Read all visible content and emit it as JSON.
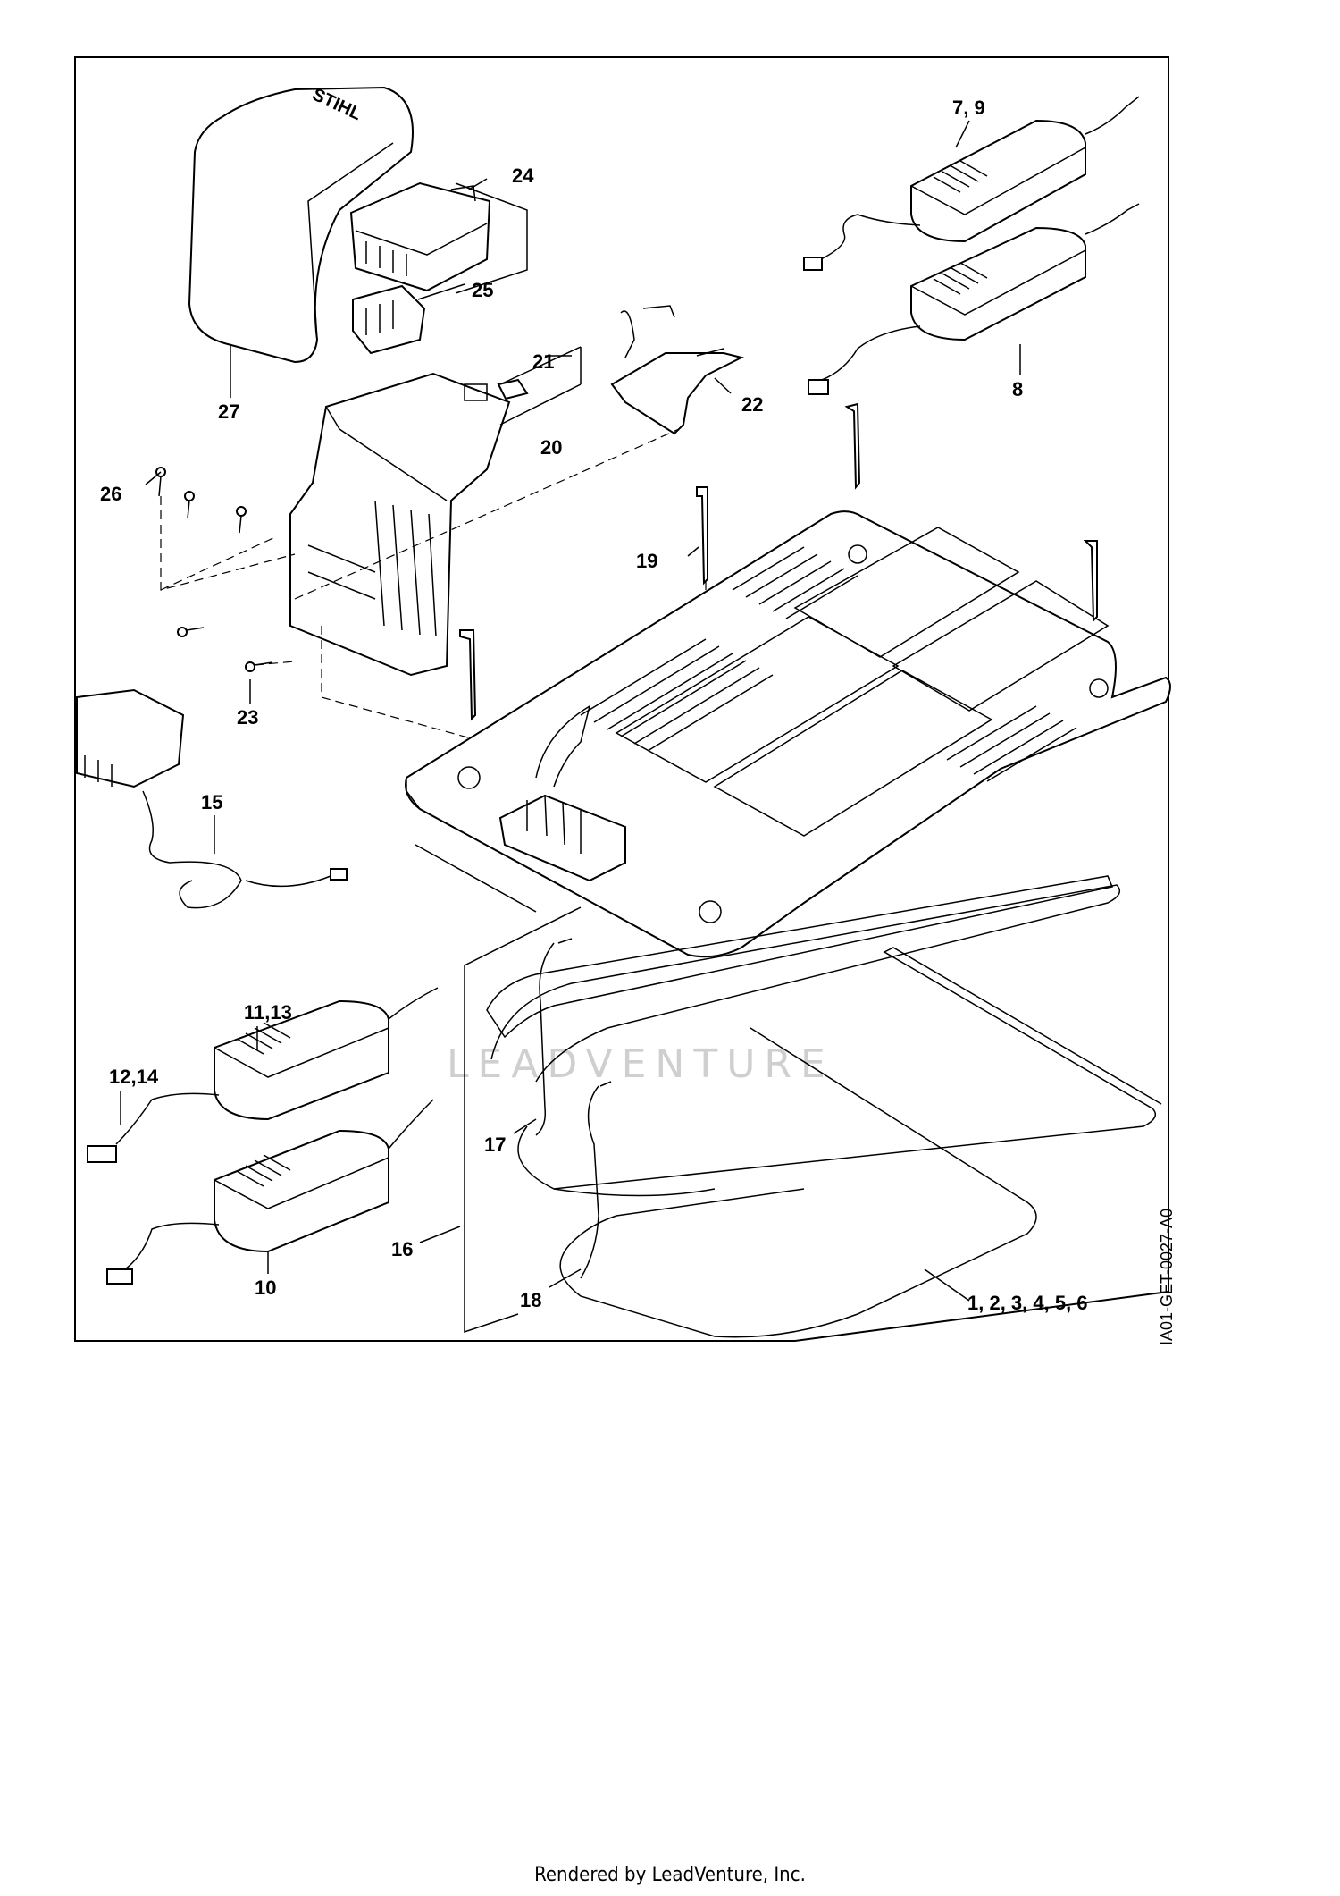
{
  "diagram": {
    "brand_on_cover": "STIHL",
    "watermark": "LEADVENTURE",
    "drawing_code": "IA01-GET-0027-A0",
    "callouts": [
      {
        "id": "c27",
        "text": "27"
      },
      {
        "id": "c24",
        "text": "24"
      },
      {
        "id": "c25",
        "text": "25"
      },
      {
        "id": "c21",
        "text": "21"
      },
      {
        "id": "c20",
        "text": "20"
      },
      {
        "id": "c22",
        "text": "22"
      },
      {
        "id": "c26",
        "text": "26"
      },
      {
        "id": "c23",
        "text": "23"
      },
      {
        "id": "c19",
        "text": "19"
      },
      {
        "id": "c79",
        "text": "7, 9"
      },
      {
        "id": "c8",
        "text": "8"
      },
      {
        "id": "c15",
        "text": "15"
      },
      {
        "id": "c1113",
        "text": "11,13"
      },
      {
        "id": "c1214",
        "text": "12,14"
      },
      {
        "id": "c10",
        "text": "10"
      },
      {
        "id": "c17",
        "text": "17"
      },
      {
        "id": "c16",
        "text": "16"
      },
      {
        "id": "c18",
        "text": "18"
      },
      {
        "id": "c1to6",
        "text": "1, 2, 3, 4, 5, 6"
      }
    ]
  },
  "footer": {
    "text": "Rendered by LeadVenture, Inc."
  }
}
